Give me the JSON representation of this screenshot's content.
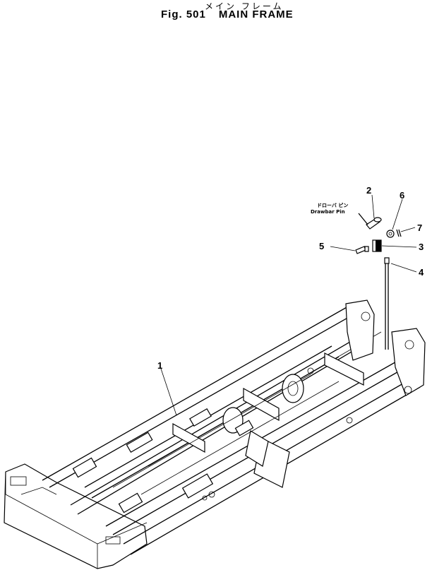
{
  "header": {
    "title_jp": "メイン フレーム",
    "fig_label": "Fig. 501",
    "title": "MAIN FRAME"
  },
  "callouts": {
    "c1": "1",
    "c2": "2",
    "c3": "3",
    "c4": "4",
    "c5": "5",
    "c6": "6",
    "c7": "7"
  },
  "labels": {
    "drawbar_pin_jp": "ドローバ ピン",
    "drawbar_pin": "Drawbar Pin"
  }
}
